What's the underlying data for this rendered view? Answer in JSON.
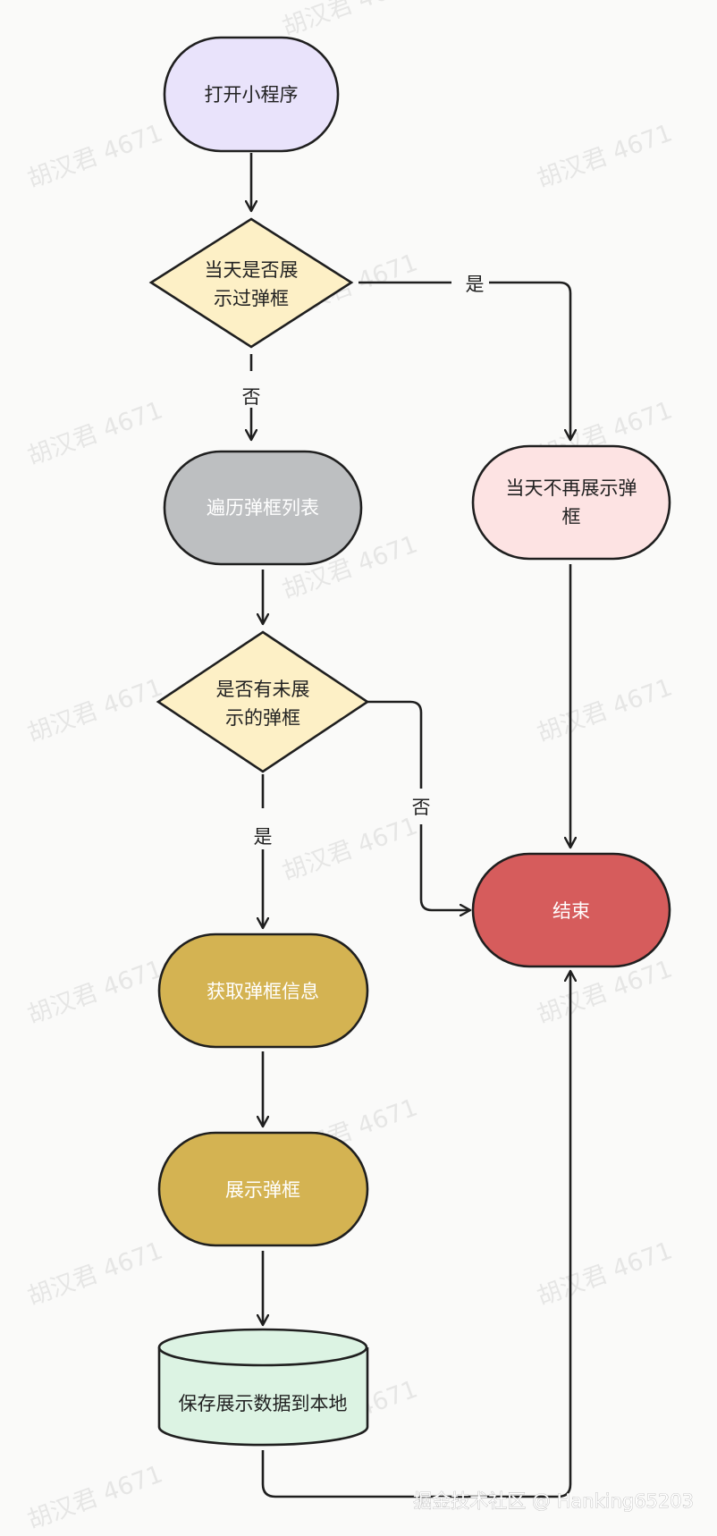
{
  "colors": {
    "start": "#e9e3fb",
    "decision": "#fdf0c6",
    "traverse": "#bdbfc1",
    "skip": "#fde3e3",
    "end": "#d65c5c",
    "action": "#d4b352",
    "storage": "#dcf3e3",
    "stroke": "#1f1f1f"
  },
  "nodes": {
    "start": "打开小程序",
    "check_shown_l1": "当天是否展",
    "check_shown_l2": "示过弹框",
    "traverse": "遍历弹框列表",
    "skip_l1": "当天不再展示弹",
    "skip_l2": "框",
    "check_unshown_l1": "是否有未展",
    "check_unshown_l2": "示的弹框",
    "end": "结束",
    "get_info": "获取弹框信息",
    "show": "展示弹框",
    "save": "保存展示数据到本地"
  },
  "edge_labels": {
    "shown_yes": "是",
    "shown_no": "否",
    "unshown_no": "否",
    "unshown_yes": "是"
  },
  "watermark": "胡汉君 4671",
  "footer": "掘金技术社区 @ Hanking65203"
}
